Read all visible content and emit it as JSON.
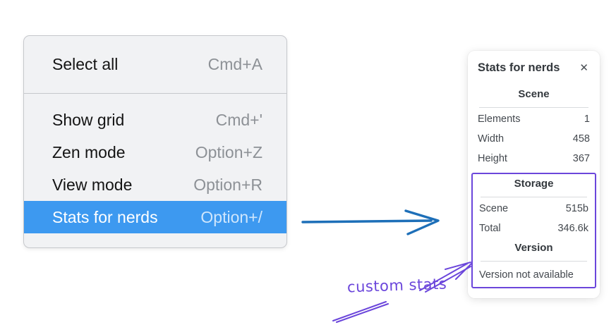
{
  "context_menu": {
    "sections": [
      {
        "items": [
          {
            "label": "Select all",
            "shortcut": "Cmd+A",
            "highlighted": false
          }
        ]
      },
      {
        "items": [
          {
            "label": "Show grid",
            "shortcut": "Cmd+'",
            "highlighted": false
          },
          {
            "label": "Zen mode",
            "shortcut": "Option+Z",
            "highlighted": false
          },
          {
            "label": "View mode",
            "shortcut": "Option+R",
            "highlighted": false
          },
          {
            "label": "Stats for nerds",
            "shortcut": "Option+/",
            "highlighted": true
          }
        ]
      }
    ]
  },
  "stats_panel": {
    "title": "Stats for nerds",
    "close_icon": "✕",
    "scene": {
      "header": "Scene",
      "rows": [
        {
          "label": "Elements",
          "value": "1"
        },
        {
          "label": "Width",
          "value": "458"
        },
        {
          "label": "Height",
          "value": "367"
        }
      ]
    },
    "storage": {
      "header": "Storage",
      "rows": [
        {
          "label": "Scene",
          "value": "515b"
        },
        {
          "label": "Total",
          "value": "346.6k"
        }
      ]
    },
    "version": {
      "header": "Version",
      "note": "Version not available"
    }
  },
  "annotation": {
    "label": "custom stats"
  },
  "colors": {
    "menu_highlight": "#3d99f0",
    "arrow_blue": "#1d6fb8",
    "annotation_purple": "#6b46db"
  }
}
